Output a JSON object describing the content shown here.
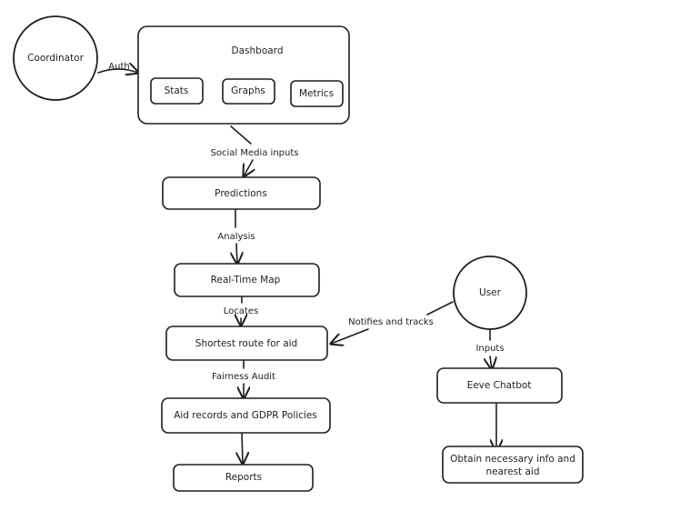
{
  "nodes": {
    "coordinator": "Coordinator",
    "dashboard": "Dashboard",
    "stats": "Stats",
    "graphs": "Graphs",
    "metrics": "Metrics",
    "predictions": "Predictions",
    "realtime_map": "Real-Time Map",
    "shortest_route": "Shortest route for aid",
    "aid_records": "Aid records and GDPR Policies",
    "reports": "Reports",
    "user": "User",
    "chatbot": "Eeve Chatbot",
    "obtain_line1": "Obtain necessary info and",
    "obtain_line2": "nearest aid"
  },
  "edges": {
    "auth": "Auth",
    "social_media": "Social Media inputs",
    "analysis": "Analysis",
    "locates": "Locates",
    "notifies": "Notifies and tracks",
    "fairness": "Fairness Audit",
    "inputs": "Inputs"
  },
  "colors": {
    "stroke": "#1e1e1e",
    "background": "#ffffff"
  }
}
